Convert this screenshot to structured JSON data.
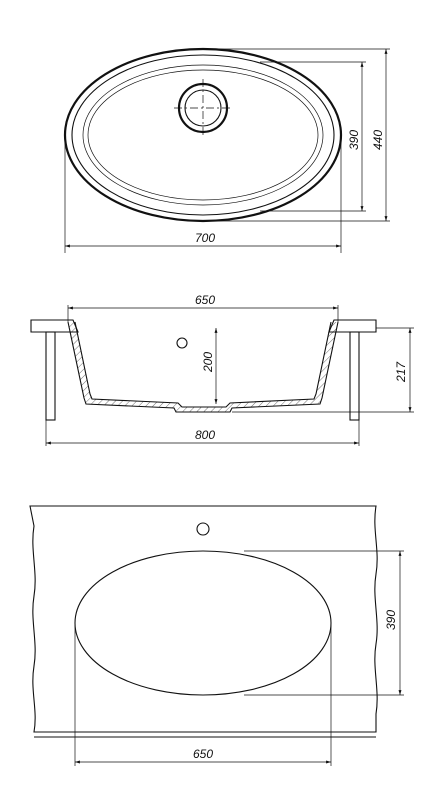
{
  "views": {
    "top": {
      "overall_width": "700",
      "inner_height": "390",
      "overall_height": "440"
    },
    "section": {
      "bowl_width": "650",
      "bowl_depth": "200",
      "total_depth": "217",
      "cabinet_width": "800"
    },
    "install": {
      "bowl_width": "650",
      "bowl_height": "390"
    }
  }
}
